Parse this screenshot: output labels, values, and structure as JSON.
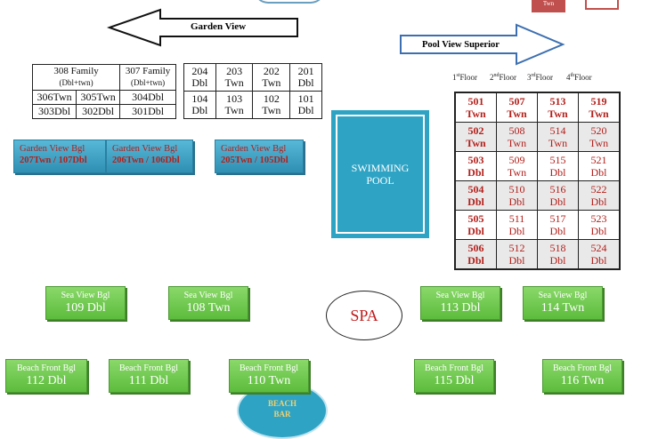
{
  "labels": {
    "garden_view": "Garden View",
    "pool_view_superior": "Pool View Superior",
    "top_tag": "Twn",
    "swimming_pool": "SWIMMING POOL",
    "spa": "SPA",
    "beach_bar": "BEACH BAR"
  },
  "family_block": [
    {
      "room": "308 Family",
      "type": "(Dbl+twn)"
    },
    {
      "room": "307 Family",
      "type": "(Dbl+twn)"
    }
  ],
  "family_rows": [
    [
      "306Twn",
      "305Twn",
      "304Dbl"
    ],
    [
      "303Dbl",
      "302Dbl",
      "301Dbl"
    ]
  ],
  "middle_block": [
    [
      [
        "204",
        "Dbl"
      ],
      [
        "203",
        "Twn"
      ],
      [
        "202",
        "Twn"
      ],
      [
        "201",
        "Dbl"
      ]
    ],
    [
      [
        "104",
        "Dbl"
      ],
      [
        "103",
        "Twn"
      ],
      [
        "102",
        "Twn"
      ],
      [
        "101",
        "Dbl"
      ]
    ]
  ],
  "floors": [
    {
      "n": "1",
      "sup": "st",
      "label": "Floor"
    },
    {
      "n": "2",
      "sup": "nd",
      "label": "Floor"
    },
    {
      "n": "3",
      "sup": "rd",
      "label": "Floor"
    },
    {
      "n": "4",
      "sup": "th",
      "label": "Floor"
    }
  ],
  "pool_view_rows": [
    [
      [
        "501",
        "Twn"
      ],
      [
        "507",
        "Twn"
      ],
      [
        "513",
        "Twn"
      ],
      [
        "519",
        "Twn"
      ]
    ],
    [
      [
        "502",
        "Twn"
      ],
      [
        "508",
        "Twn"
      ],
      [
        "514",
        "Twn"
      ],
      [
        "520",
        "Twn"
      ]
    ],
    [
      [
        "503",
        "Dbl"
      ],
      [
        "509",
        "Twn"
      ],
      [
        "515",
        "Dbl"
      ],
      [
        "521",
        "Dbl"
      ]
    ],
    [
      [
        "504",
        "Dbl"
      ],
      [
        "510",
        "Dbl"
      ],
      [
        "516",
        "Dbl"
      ],
      [
        "522",
        "Dbl"
      ]
    ],
    [
      [
        "505",
        "Dbl"
      ],
      [
        "511",
        "Dbl"
      ],
      [
        "517",
        "Dbl"
      ],
      [
        "523",
        "Dbl"
      ]
    ],
    [
      [
        "506",
        "Dbl"
      ],
      [
        "512",
        "Dbl"
      ],
      [
        "518",
        "Dbl"
      ],
      [
        "524",
        "Dbl"
      ]
    ]
  ],
  "garden_bungalows": [
    {
      "title": "Garden View Bgl",
      "code": "207Twn / 107Dbl"
    },
    {
      "title": "Garden View Bgl",
      "code": "206Twn / 106Dbl"
    },
    {
      "title": "Garden View Bgl",
      "code": "205Twn / 105Dbl"
    }
  ],
  "sea_bungalows": [
    {
      "title": "Sea View Bgl",
      "room": "109 Dbl"
    },
    {
      "title": "Sea View Bgl",
      "room": "108 Twn"
    },
    {
      "title": "Sea View Bgl",
      "room": "113 Dbl"
    },
    {
      "title": "Sea View Bgl",
      "room": "114 Twn"
    }
  ],
  "beach_bungalows": [
    {
      "title": "Beach Front Bgl",
      "room": "112 Dbl"
    },
    {
      "title": "Beach Front Bgl",
      "room": "111 Dbl"
    },
    {
      "title": "Beach Front Bgl",
      "room": "110 Twn"
    },
    {
      "title": "Beach Front Bgl",
      "room": "115 Dbl"
    },
    {
      "title": "Beach Front Bgl",
      "room": "116 Twn"
    }
  ]
}
